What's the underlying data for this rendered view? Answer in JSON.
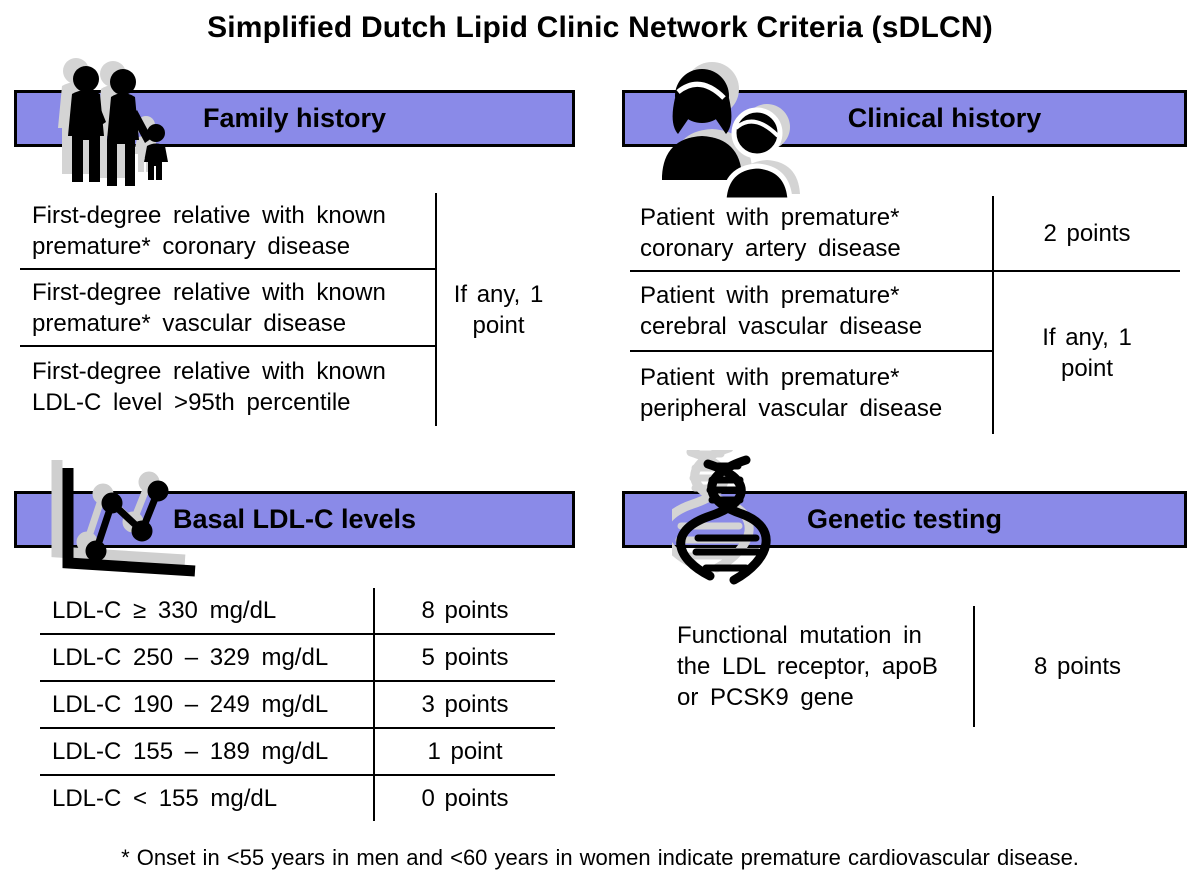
{
  "title": "Simplified Dutch Lipid Clinic Network Criteria (sDLCN)",
  "family": {
    "heading": "Family history",
    "icon": "family-silhouette-icon",
    "rows": [
      {
        "lines": [
          "First-degree relative with known",
          "premature* coronary disease"
        ]
      },
      {
        "lines": [
          "First-degree relative with known",
          "premature* vascular disease"
        ]
      },
      {
        "lines": [
          "First-degree relative with known",
          "LDL-C level >95th percentile"
        ]
      }
    ],
    "points": {
      "lines": [
        "If any, 1",
        "point"
      ]
    }
  },
  "clinical": {
    "heading": "Clinical history",
    "icon": "two-people-icon",
    "rows": [
      {
        "lines": [
          "Patient with premature*",
          "coronary artery disease"
        ],
        "points": "2 points"
      },
      {
        "lines": [
          "Patient with premature*",
          "cerebral vascular disease"
        ]
      },
      {
        "lines": [
          "Patient with premature*",
          "peripheral vascular disease"
        ]
      }
    ],
    "group_points": {
      "lines": [
        "If any, 1",
        "point"
      ]
    }
  },
  "ldl": {
    "heading": "Basal LDL-C levels",
    "icon": "line-chart-icon",
    "rows": [
      {
        "criterion": "LDL-C ≥ 330 mg/dL",
        "points": "8 points"
      },
      {
        "criterion": "LDL-C 250 – 329 mg/dL",
        "points": "5 points"
      },
      {
        "criterion": "LDL-C 190 – 249 mg/dL",
        "points": "3 points"
      },
      {
        "criterion": "LDL-C 155 – 189 mg/dL",
        "points": "1 point"
      },
      {
        "criterion": "LDL-C < 155 mg/dL",
        "points": "0 points"
      }
    ]
  },
  "genetic": {
    "heading": "Genetic testing",
    "icon": "dna-helix-icon",
    "criterion": {
      "lines": [
        "Functional mutation in",
        "the LDL receptor, apoB",
        "or PCSK9 gene"
      ]
    },
    "points": "8 points"
  },
  "footnote": "* Onset in <55 years in men and <60 years in women indicate premature cardiovascular disease.",
  "colors": {
    "banner_fill": "#8a8ae8",
    "banner_border": "#000000",
    "icon_black": "#000000",
    "icon_shadow_gray": "#d4d4d4",
    "text": "#000000",
    "background": "#ffffff"
  }
}
